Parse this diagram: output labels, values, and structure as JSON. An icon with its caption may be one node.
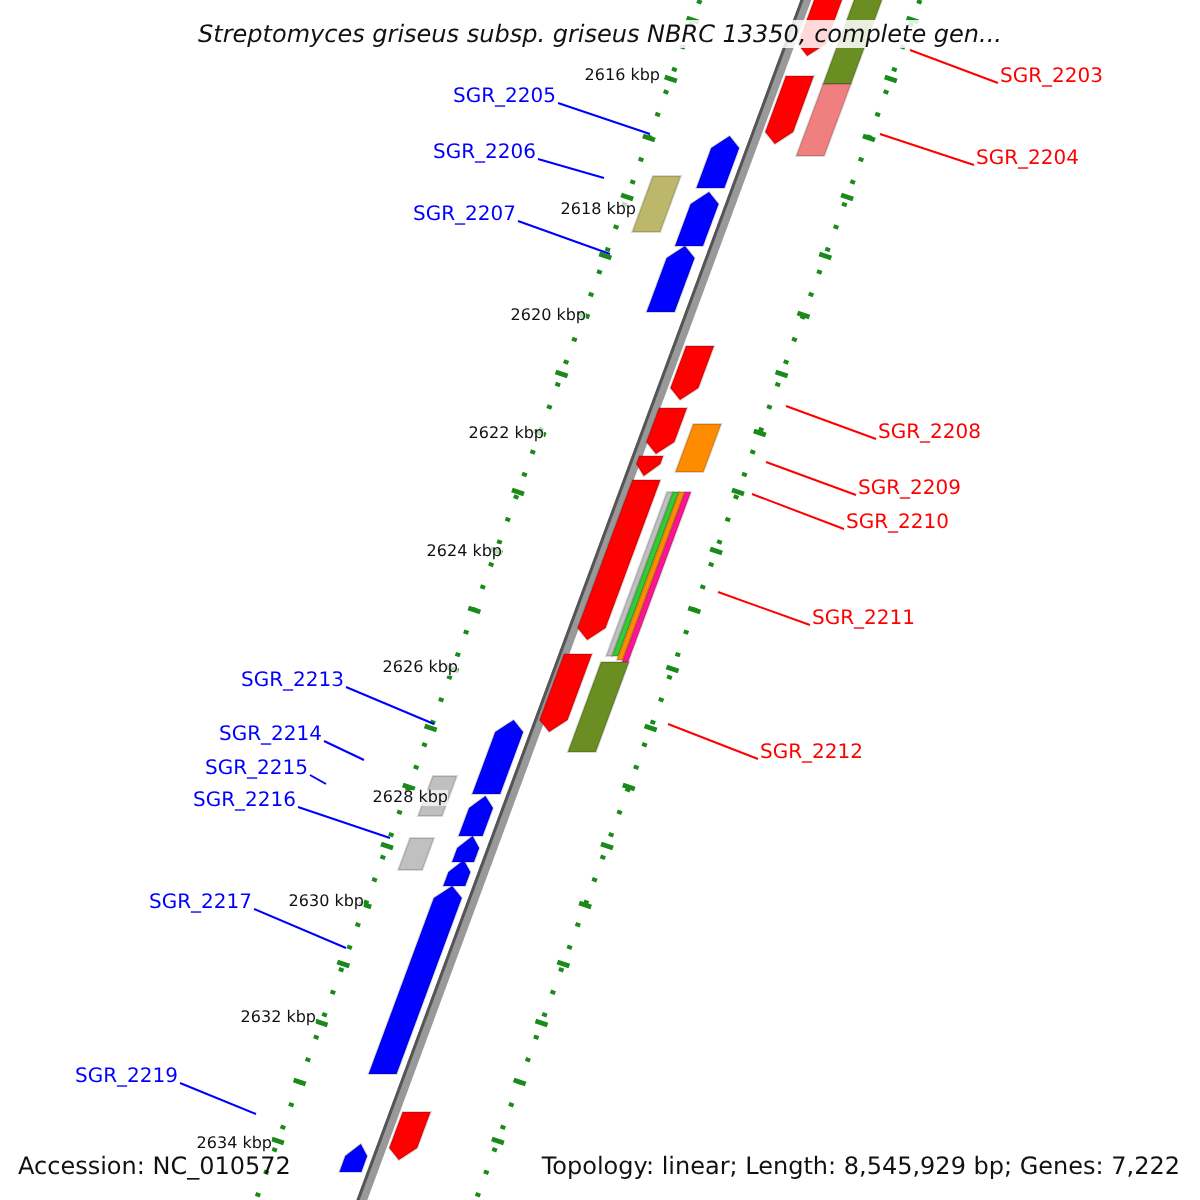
{
  "diagram": {
    "title": "Streptomyces griseus subsp. griseus NBRC 13350, complete gen...",
    "nodes": [
      {
        "text": [
          "SGR_2203"
        ]
      },
      {
        "text": [
          "SGR_2205"
        ]
      },
      {
        "text": [
          "SGR_2206"
        ]
      },
      {
        "text": [
          "SGR_2204"
        ]
      },
      {
        "text": [
          "SGR_2207"
        ]
      },
      {
        "text": [
          "SGR_2208"
        ]
      },
      {
        "text": [
          "SGR_2209"
        ]
      },
      {
        "text": [
          "SGR_2210"
        ]
      },
      {
        "text": [
          "SGR_2211"
        ]
      },
      {
        "text": [
          "SGR_2213"
        ]
      },
      {
        "text": [
          "SGR_2214"
        ]
      },
      {
        "text": [
          "SGR_2212"
        ]
      },
      {
        "text": [
          "SGR_2215"
        ]
      },
      {
        "text": [
          "SGR_2216"
        ]
      },
      {
        "text": [
          "SGR_2217"
        ]
      },
      {
        "text": [
          "SGR_2219"
        ]
      }
    ],
    "edges": [
      {
        "from": 0,
        "to": null,
        "arrow": "none",
        "color": "#ff0000"
      },
      {
        "from": 1,
        "to": null,
        "arrow": "none"
      },
      {
        "from": 2,
        "to": null,
        "arrow": "none"
      },
      {
        "from": 3,
        "to": null,
        "arrow": "none",
        "color": "#ff0000"
      },
      {
        "from": 4,
        "to": null,
        "arrow": "none"
      },
      {
        "from": 5,
        "to": null,
        "arrow": "none",
        "color": "#ff0000"
      },
      {
        "from": 6,
        "to": null,
        "arrow": "none",
        "color": "#ff0000"
      },
      {
        "from": 7,
        "to": null,
        "arrow": "none",
        "color": "#ff0000"
      },
      {
        "from": 8,
        "to": null,
        "arrow": "none",
        "color": "#ff0000"
      },
      {
        "from": 9,
        "to": null,
        "arrow": "none"
      },
      {
        "from": 10,
        "to": null,
        "arrow": "none"
      },
      {
        "from": 11,
        "to": null,
        "arrow": "none",
        "color": "#ff0000"
      },
      {
        "from": 12,
        "to": null,
        "arrow": "none"
      },
      {
        "from": 13,
        "to": null,
        "arrow": "none"
      },
      {
        "from": 14,
        "to": null,
        "arrow": "none"
      },
      {
        "from": 15,
        "to": null,
        "arrow": "none"
      }
    ],
    "labels": [
      "2616 kbp",
      "2618 kbp",
      "2620 kbp",
      "2622 kbp",
      "2624 kbp",
      "2626 kbp",
      "2628 kbp",
      "2630 kbp",
      "2632 kbp",
      "2634 kbp",
      "Accession: NC_010572",
      "Topology: linear; Length: 8,545,929 bp; Genes: 7,222"
    ]
  }
}
